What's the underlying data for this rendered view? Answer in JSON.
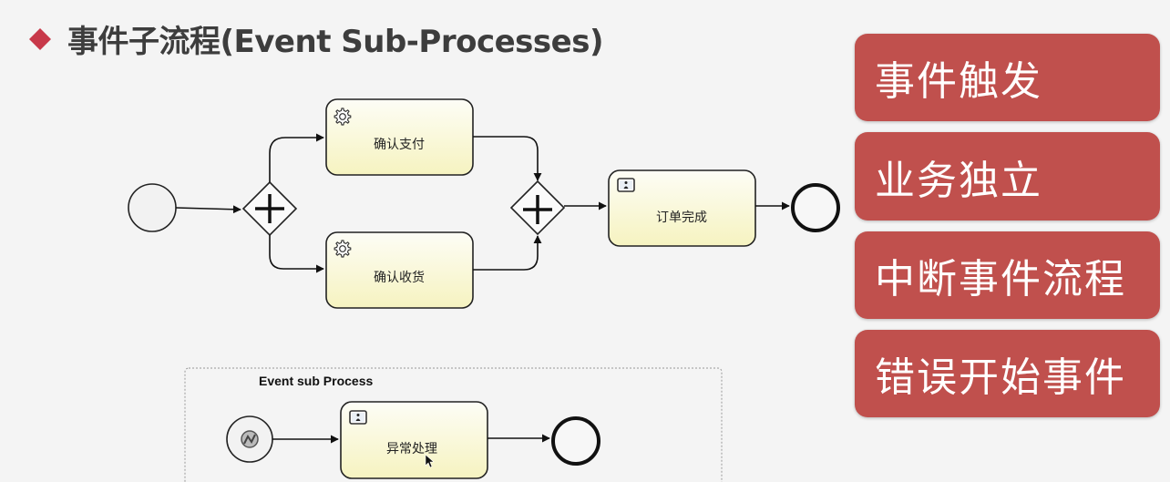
{
  "slide": {
    "title": "事件子流程(Event Sub-Processes)",
    "bullet_color": "#c8394a"
  },
  "diagram": {
    "main_process": {
      "start_event": {
        "type": "none-start-event"
      },
      "split_gateway": {
        "type": "parallel-gateway",
        "symbol": "+"
      },
      "tasks": [
        {
          "id": "task-confirm-payment",
          "label": "确认支付",
          "type": "service-task",
          "icon": "gear-icon"
        },
        {
          "id": "task-confirm-receipt",
          "label": "确认收货",
          "type": "service-task",
          "icon": "gear-icon"
        },
        {
          "id": "task-order-complete",
          "label": "订单完成",
          "type": "user-task",
          "icon": "user-task-icon"
        }
      ],
      "join_gateway": {
        "type": "parallel-gateway",
        "symbol": "+"
      },
      "end_event": {
        "type": "none-end-event"
      }
    },
    "event_sub_process": {
      "label": "Event sub Process",
      "start_event": {
        "type": "error-start-event",
        "icon": "error-icon"
      },
      "task": {
        "label": "异常处理",
        "type": "user-task",
        "icon": "user-task-icon"
      },
      "end_event": {
        "type": "none-end-event"
      }
    },
    "colors": {
      "task_fill_top": "#fdfdf5",
      "task_fill_bottom": "#f7f5c4",
      "stroke": "#222222",
      "event_fill": "#f2f2f2"
    }
  },
  "side_panel": {
    "items": [
      {
        "label": "事件触发"
      },
      {
        "label": "业务独立"
      },
      {
        "label": "中断事件流程"
      },
      {
        "label": "错误开始事件"
      }
    ],
    "color": "#c0504d"
  }
}
